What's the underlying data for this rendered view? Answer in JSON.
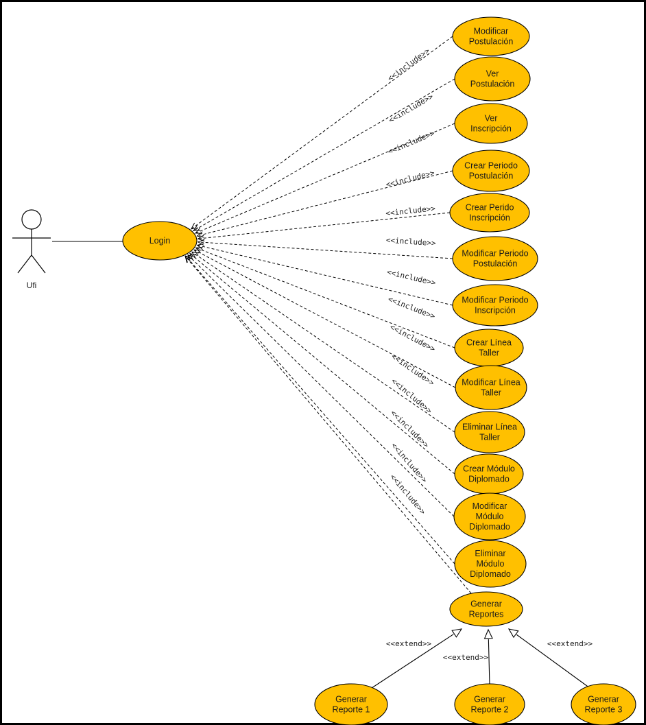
{
  "actor": {
    "name": "Ufi"
  },
  "login": {
    "label": "Login"
  },
  "use_cases": [
    {
      "id": "modificar-postulacion",
      "lines": [
        "Modificar",
        "Postulación"
      ]
    },
    {
      "id": "ver-postulacion",
      "lines": [
        "Ver",
        "Postulación"
      ]
    },
    {
      "id": "ver-inscripcion",
      "lines": [
        "Ver",
        "Inscripción"
      ]
    },
    {
      "id": "crear-periodo-postulacion",
      "lines": [
        "Crear Periodo",
        "Postulación"
      ]
    },
    {
      "id": "crear-perido-inscripcion",
      "lines": [
        "Crear Perido",
        "Inscripción"
      ]
    },
    {
      "id": "modificar-periodo-postulacion",
      "lines": [
        "Modificar Periodo",
        "Postulación"
      ]
    },
    {
      "id": "modificar-periodo-inscripcion",
      "lines": [
        "Modificar Periodo",
        "Inscripción"
      ]
    },
    {
      "id": "crear-linea-taller",
      "lines": [
        "Crear Línea",
        "Taller"
      ]
    },
    {
      "id": "modificar-linea-taller",
      "lines": [
        "Modificar Línea",
        "Taller"
      ]
    },
    {
      "id": "eliminar-linea-taller",
      "lines": [
        "Eliminar Línea",
        "Taller"
      ]
    },
    {
      "id": "crear-modulo-diplomado",
      "lines": [
        "Crear Módulo",
        "Diplomado"
      ]
    },
    {
      "id": "modificar-modulo-diplomado",
      "lines": [
        "Modificar",
        "Módulo",
        "Diplomado"
      ]
    },
    {
      "id": "eliminar-modulo-diplomado",
      "lines": [
        "Eliminar",
        "Módulo",
        "Diplomado"
      ]
    },
    {
      "id": "generar-reportes",
      "lines": [
        "Generar",
        "Reportes"
      ]
    }
  ],
  "reports": [
    {
      "id": "generar-reporte-1",
      "lines": [
        "Generar",
        "Reporte 1"
      ]
    },
    {
      "id": "generar-reporte-2",
      "lines": [
        "Generar",
        "Reporte 2"
      ]
    },
    {
      "id": "generar-reporte-3",
      "lines": [
        "Generar",
        "Reporte 3"
      ]
    }
  ],
  "relations": {
    "include": "<<include>>",
    "extend": "<<extend>>"
  },
  "colors": {
    "use_case_fill": "#FFC000",
    "stroke": "#000000"
  }
}
